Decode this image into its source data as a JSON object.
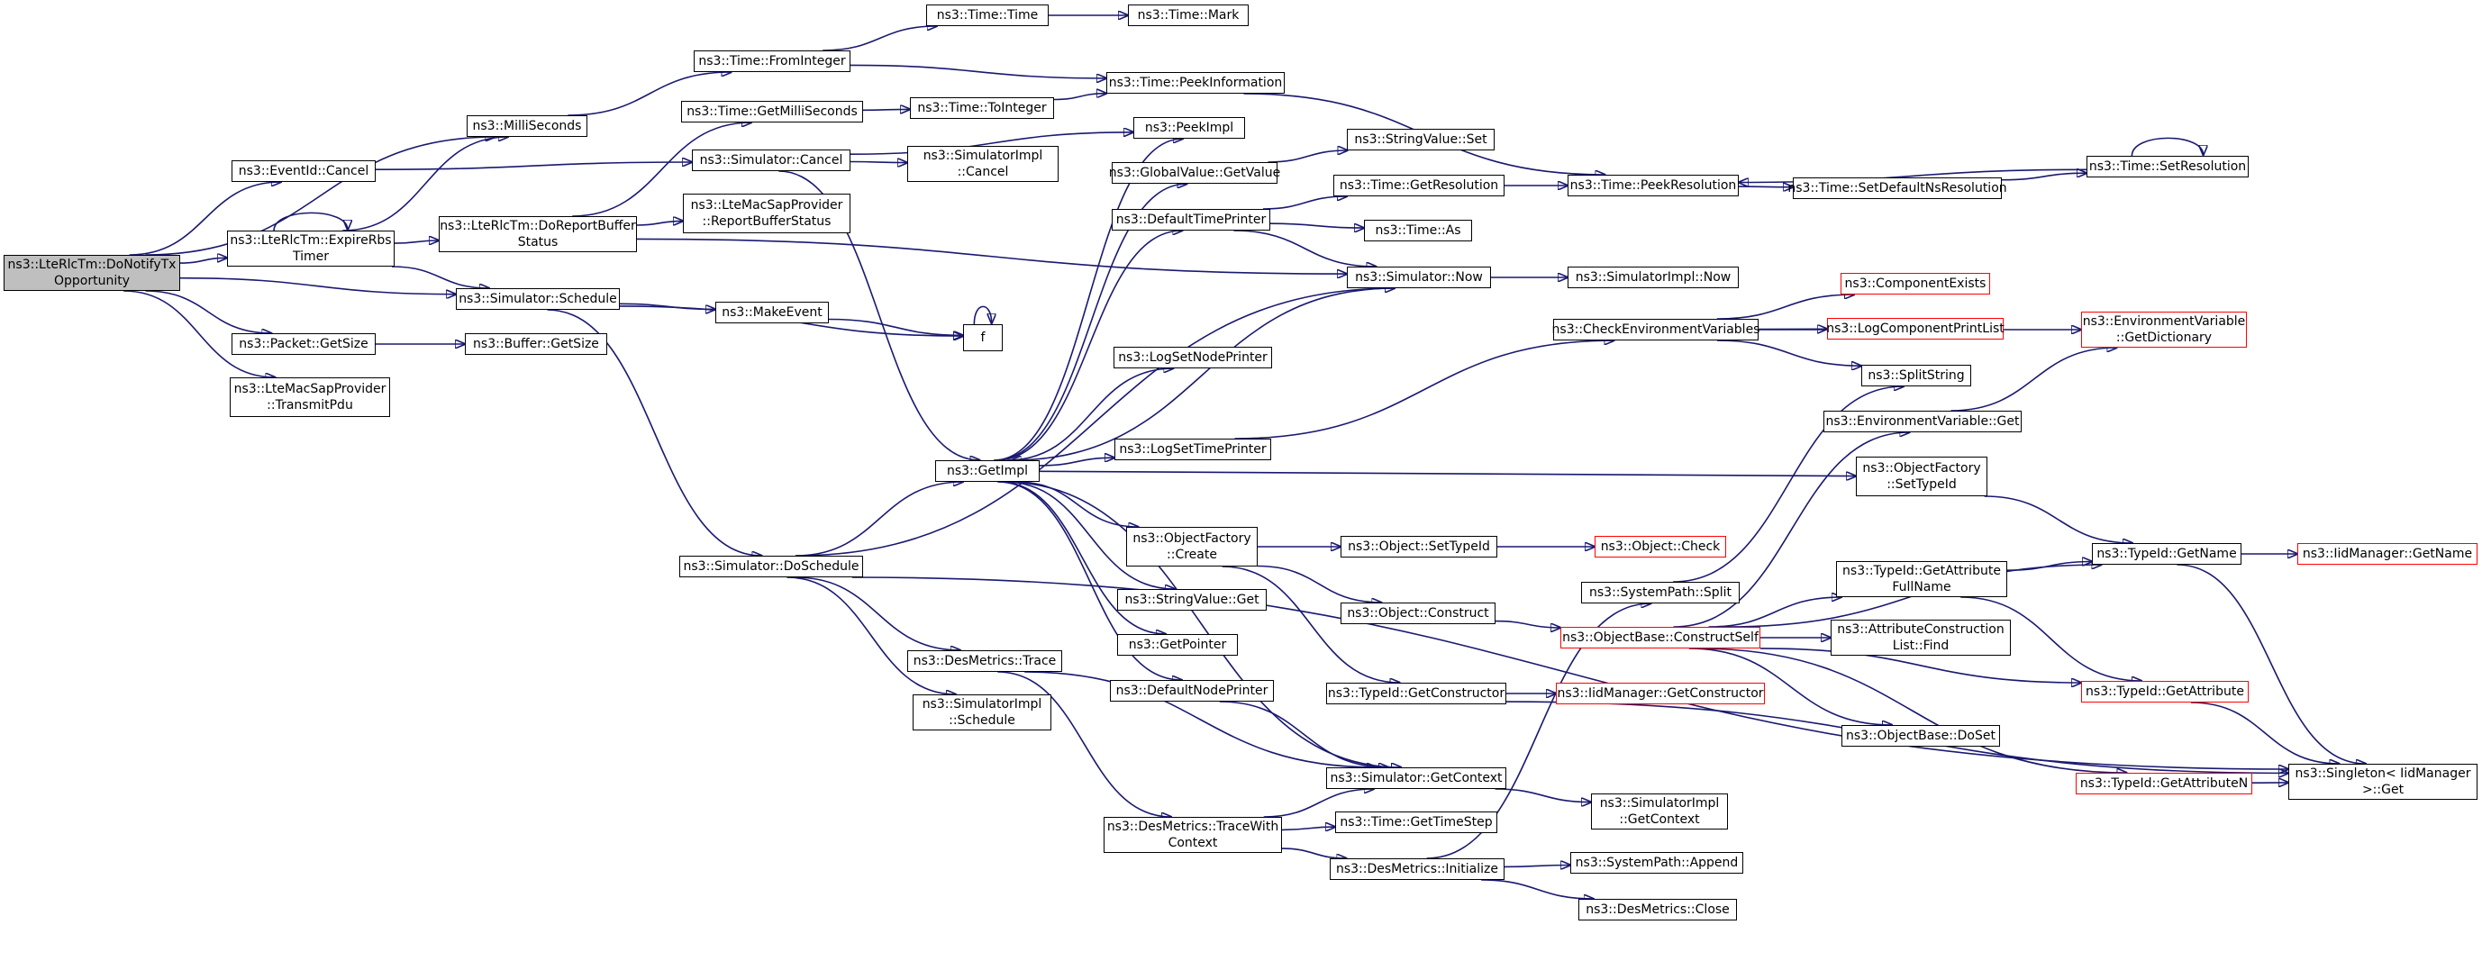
{
  "nodes": [
    {
      "id": "root",
      "lines": [
        "ns3::LteRlcTm::DoNotifyTx",
        "Opportunity"
      ],
      "border": "black",
      "root": true
    },
    {
      "id": "millisec",
      "lines": [
        "ns3::MilliSeconds"
      ],
      "border": "black"
    },
    {
      "id": "eventcancel",
      "lines": [
        "ns3::EventId::Cancel"
      ],
      "border": "black"
    },
    {
      "id": "expire",
      "lines": [
        "ns3::LteRlcTm::ExpireRbs",
        "Timer"
      ],
      "border": "black"
    },
    {
      "id": "schedule",
      "lines": [
        "ns3::Simulator::Schedule"
      ],
      "border": "black"
    },
    {
      "id": "pktsize",
      "lines": [
        "ns3::Packet::GetSize"
      ],
      "border": "black"
    },
    {
      "id": "transmit",
      "lines": [
        "ns3::LteMacSapProvider",
        "::TransmitPdu"
      ],
      "border": "black"
    },
    {
      "id": "fromint",
      "lines": [
        "ns3::Time::FromInteger"
      ],
      "border": "black"
    },
    {
      "id": "getms",
      "lines": [
        "ns3::Time::GetMilliSeconds"
      ],
      "border": "black"
    },
    {
      "id": "simcancel",
      "lines": [
        "ns3::Simulator::Cancel"
      ],
      "border": "black"
    },
    {
      "id": "doreport",
      "lines": [
        "ns3::LteRlcTm::DoReportBuffer",
        "Status"
      ],
      "border": "black"
    },
    {
      "id": "makeevent",
      "lines": [
        "ns3::MakeEvent"
      ],
      "border": "black"
    },
    {
      "id": "bufsize",
      "lines": [
        "ns3::Buffer::GetSize"
      ],
      "border": "black"
    },
    {
      "id": "doschedule",
      "lines": [
        "ns3::Simulator::DoSchedule"
      ],
      "border": "black"
    },
    {
      "id": "timetime",
      "lines": [
        "ns3::Time::Time"
      ],
      "border": "black"
    },
    {
      "id": "toint",
      "lines": [
        "ns3::Time::ToInteger"
      ],
      "border": "black"
    },
    {
      "id": "implcancel",
      "lines": [
        "ns3::SimulatorImpl",
        "::Cancel"
      ],
      "border": "black"
    },
    {
      "id": "reportbuf",
      "lines": [
        "ns3::LteMacSapProvider",
        "::ReportBufferStatus"
      ],
      "border": "black"
    },
    {
      "id": "f",
      "lines": [
        "f"
      ],
      "border": "black"
    },
    {
      "id": "getimpl",
      "lines": [
        "ns3::GetImpl"
      ],
      "border": "black"
    },
    {
      "id": "destrace",
      "lines": [
        "ns3::DesMetrics::Trace"
      ],
      "border": "black"
    },
    {
      "id": "implschedule",
      "lines": [
        "ns3::SimulatorImpl",
        "::Schedule"
      ],
      "border": "black"
    },
    {
      "id": "timemark",
      "lines": [
        "ns3::Time::Mark"
      ],
      "border": "black"
    },
    {
      "id": "peekinfo",
      "lines": [
        "ns3::Time::PeekInformation"
      ],
      "border": "black"
    },
    {
      "id": "peekimpl",
      "lines": [
        "ns3::PeekImpl"
      ],
      "border": "black"
    },
    {
      "id": "gvget",
      "lines": [
        "ns3::GlobalValue::GetValue"
      ],
      "border": "black"
    },
    {
      "id": "deftime",
      "lines": [
        "ns3::DefaultTimePrinter"
      ],
      "border": "black"
    },
    {
      "id": "lognode",
      "lines": [
        "ns3::LogSetNodePrinter"
      ],
      "border": "black"
    },
    {
      "id": "logtime",
      "lines": [
        "ns3::LogSetTimePrinter"
      ],
      "border": "black"
    },
    {
      "id": "objfcreate",
      "lines": [
        "ns3::ObjectFactory",
        "::Create"
      ],
      "border": "black"
    },
    {
      "id": "svget",
      "lines": [
        "ns3::StringValue::Get"
      ],
      "border": "black"
    },
    {
      "id": "getpointer",
      "lines": [
        "ns3::GetPointer"
      ],
      "border": "black"
    },
    {
      "id": "defnode",
      "lines": [
        "ns3::DefaultNodePrinter"
      ],
      "border": "black"
    },
    {
      "id": "tracewith",
      "lines": [
        "ns3::DesMetrics::TraceWith",
        "Context"
      ],
      "border": "black"
    },
    {
      "id": "svset",
      "lines": [
        "ns3::StringValue::Set"
      ],
      "border": "black"
    },
    {
      "id": "getres",
      "lines": [
        "ns3::Time::GetResolution"
      ],
      "border": "black"
    },
    {
      "id": "timeas",
      "lines": [
        "ns3::Time::As"
      ],
      "border": "black"
    },
    {
      "id": "simnow",
      "lines": [
        "ns3::Simulator::Now"
      ],
      "border": "black"
    },
    {
      "id": "checkenv",
      "lines": [
        "ns3::CheckEnvironmentVariables"
      ],
      "border": "black"
    },
    {
      "id": "objsettype",
      "lines": [
        "ns3::Object::SetTypeId"
      ],
      "border": "black"
    },
    {
      "id": "objconstruct",
      "lines": [
        "ns3::Object::Construct"
      ],
      "border": "black"
    },
    {
      "id": "tidgetctor",
      "lines": [
        "ns3::TypeId::GetConstructor"
      ],
      "border": "black"
    },
    {
      "id": "simgetctx",
      "lines": [
        "ns3::Simulator::GetContext"
      ],
      "border": "black"
    },
    {
      "id": "gettimestep",
      "lines": [
        "ns3::Time::GetTimeStep"
      ],
      "border": "black"
    },
    {
      "id": "desinit",
      "lines": [
        "ns3::DesMetrics::Initialize"
      ],
      "border": "black"
    },
    {
      "id": "peekres",
      "lines": [
        "ns3::Time::PeekResolution"
      ],
      "border": "black"
    },
    {
      "id": "implnow",
      "lines": [
        "ns3::SimulatorImpl::Now"
      ],
      "border": "black"
    },
    {
      "id": "compexists",
      "lines": [
        "ns3::ComponentExists"
      ],
      "border": "red"
    },
    {
      "id": "logcomplist",
      "lines": [
        "ns3::LogComponentPrintList"
      ],
      "border": "red"
    },
    {
      "id": "objcheck",
      "lines": [
        "ns3::Object::Check"
      ],
      "border": "red"
    },
    {
      "id": "syspathsplit",
      "lines": [
        "ns3::SystemPath::Split"
      ],
      "border": "black"
    },
    {
      "id": "objbaseconstruct",
      "lines": [
        "ns3::ObjectBase::ConstructSelf"
      ],
      "border": "red"
    },
    {
      "id": "iidgetctor",
      "lines": [
        "ns3::IidManager::GetConstructor"
      ],
      "border": "red"
    },
    {
      "id": "implgetctx",
      "lines": [
        "ns3::SimulatorImpl",
        "::GetContext"
      ],
      "border": "black"
    },
    {
      "id": "syspathappend",
      "lines": [
        "ns3::SystemPath::Append"
      ],
      "border": "black"
    },
    {
      "id": "desclose",
      "lines": [
        "ns3::DesMetrics::Close"
      ],
      "border": "black"
    },
    {
      "id": "setdefres",
      "lines": [
        "ns3::Time::SetDefaultNsResolution"
      ],
      "border": "black"
    },
    {
      "id": "splitstring",
      "lines": [
        "ns3::SplitString"
      ],
      "border": "black"
    },
    {
      "id": "envget",
      "lines": [
        "ns3::EnvironmentVariable::Get"
      ],
      "border": "black"
    },
    {
      "id": "objfsettype",
      "lines": [
        "ns3::ObjectFactory",
        "::SetTypeId"
      ],
      "border": "black"
    },
    {
      "id": "tidgetattrfull",
      "lines": [
        "ns3::TypeId::GetAttribute",
        "FullName"
      ],
      "border": "black"
    },
    {
      "id": "attrfind",
      "lines": [
        "ns3::AttributeConstruction",
        "List::Find"
      ],
      "border": "black"
    },
    {
      "id": "objbasedoset",
      "lines": [
        "ns3::ObjectBase::DoSet"
      ],
      "border": "black"
    },
    {
      "id": "setres",
      "lines": [
        "ns3::Time::SetResolution"
      ],
      "border": "black"
    },
    {
      "id": "envdict",
      "lines": [
        "ns3::EnvironmentVariable",
        "::GetDictionary"
      ],
      "border": "red"
    },
    {
      "id": "tidgetname",
      "lines": [
        "ns3::TypeId::GetName"
      ],
      "border": "black"
    },
    {
      "id": "tidgetattr",
      "lines": [
        "ns3::TypeId::GetAttribute"
      ],
      "border": "red"
    },
    {
      "id": "tidgetattrn",
      "lines": [
        "ns3::TypeId::GetAttributeN"
      ],
      "border": "red"
    },
    {
      "id": "singleton",
      "lines": [
        "ns3::Singleton< IidManager",
        ">::Get"
      ],
      "border": "black"
    },
    {
      "id": "iidgetname",
      "lines": [
        "ns3::IidManager::GetName"
      ],
      "border": "red"
    }
  ]
}
